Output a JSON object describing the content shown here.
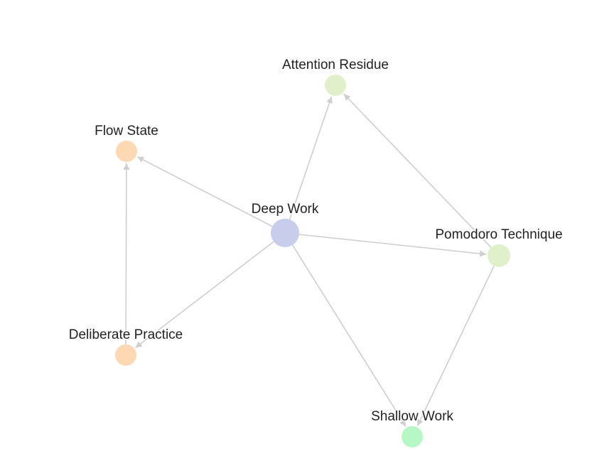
{
  "nodes": [
    {
      "id": "deep_work",
      "label": "Deep Work",
      "color": "#c7cdeb"
    },
    {
      "id": "attention_residue",
      "label": "Attention Residue",
      "color": "#e1efcb"
    },
    {
      "id": "flow_state",
      "label": "Flow State",
      "color": "#fdd9b3"
    },
    {
      "id": "pomodoro",
      "label": "Pomodoro Technique",
      "color": "#dff0cb"
    },
    {
      "id": "deliberate_practice",
      "label": "Deliberate Practice",
      "color": "#fdd9b3"
    },
    {
      "id": "shallow_work",
      "label": "Shallow Work",
      "color": "#b6f7c6"
    }
  ],
  "edges": [
    {
      "from": "deep_work",
      "to": "flow_state"
    },
    {
      "from": "deep_work",
      "to": "attention_residue"
    },
    {
      "from": "deep_work",
      "to": "pomodoro"
    },
    {
      "from": "deep_work",
      "to": "deliberate_practice"
    },
    {
      "from": "deep_work",
      "to": "shallow_work"
    },
    {
      "from": "deliberate_practice",
      "to": "flow_state"
    },
    {
      "from": "pomodoro",
      "to": "attention_residue"
    },
    {
      "from": "pomodoro",
      "to": "shallow_work"
    }
  ],
  "edge_color": "#cfcfcf"
}
